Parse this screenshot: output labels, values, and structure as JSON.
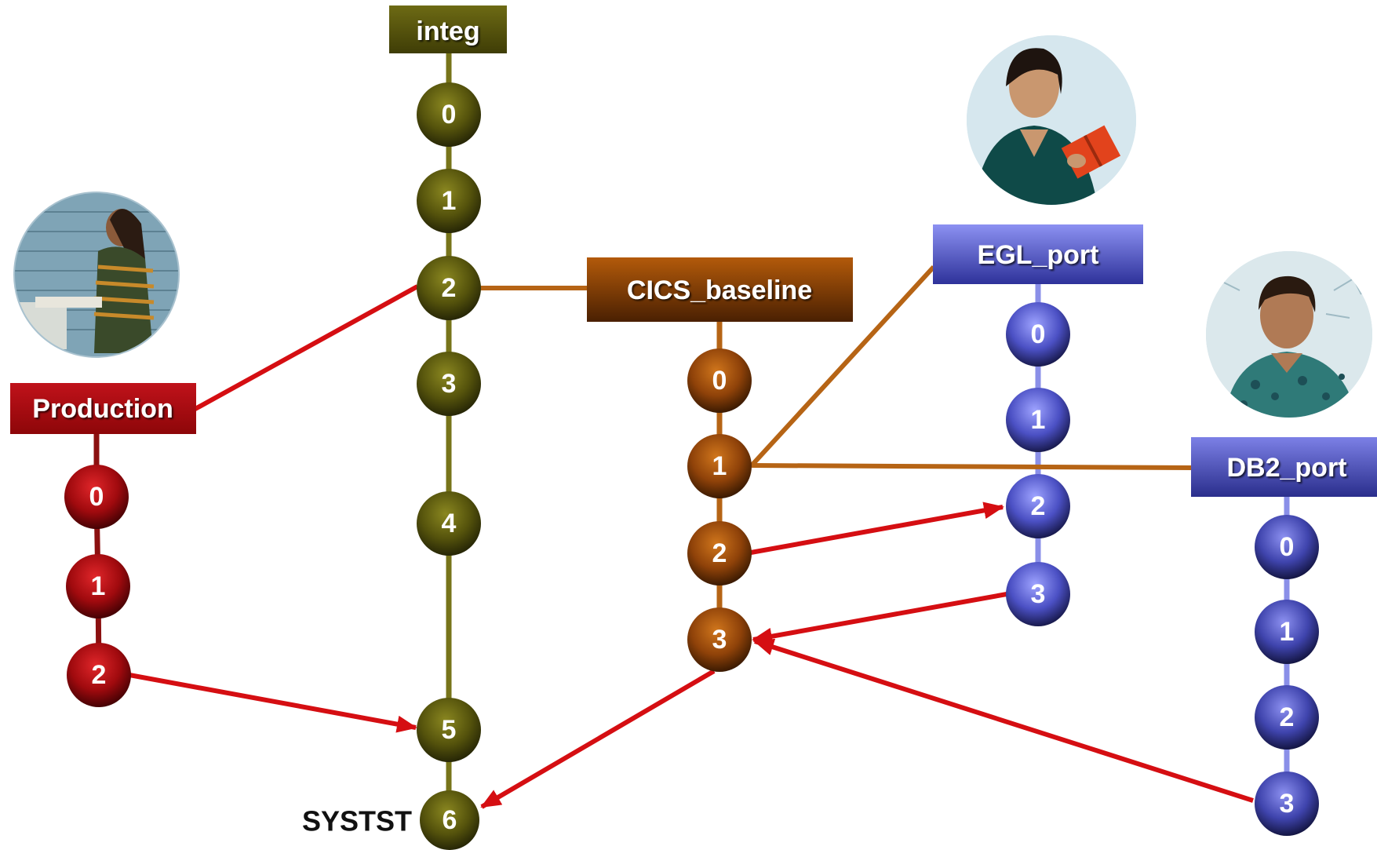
{
  "colors": {
    "integ": "#5c5a0c",
    "integ_line": "#77741a",
    "cics": "#a24d08",
    "cics_line": "#b66415",
    "egl": "#5a5fd0",
    "egl_line": "#8a8fe8",
    "db2": "#4a4fb8",
    "db2_line": "#8a8fe8",
    "production": "#a5080d",
    "production_line": "#8b1010",
    "arrow": "#d50e12"
  },
  "streams": {
    "integ": {
      "label": "integ",
      "nodes": [
        "0",
        "1",
        "2",
        "3",
        "4",
        "5",
        "6"
      ]
    },
    "cics": {
      "label": "CICS_baseline",
      "nodes": [
        "0",
        "1",
        "2",
        "3"
      ]
    },
    "egl": {
      "label": "EGL_port",
      "nodes": [
        "0",
        "1",
        "2",
        "3"
      ]
    },
    "db2": {
      "label": "DB2_port",
      "nodes": [
        "0",
        "1",
        "2",
        "3"
      ]
    },
    "production": {
      "label": "Production",
      "nodes": [
        "0",
        "1",
        "2"
      ]
    }
  },
  "systst_label": "SYSTST",
  "icons": [
    "woman-at-computer-photo",
    "woman-with-notebook-photo",
    "smiling-man-photo"
  ]
}
